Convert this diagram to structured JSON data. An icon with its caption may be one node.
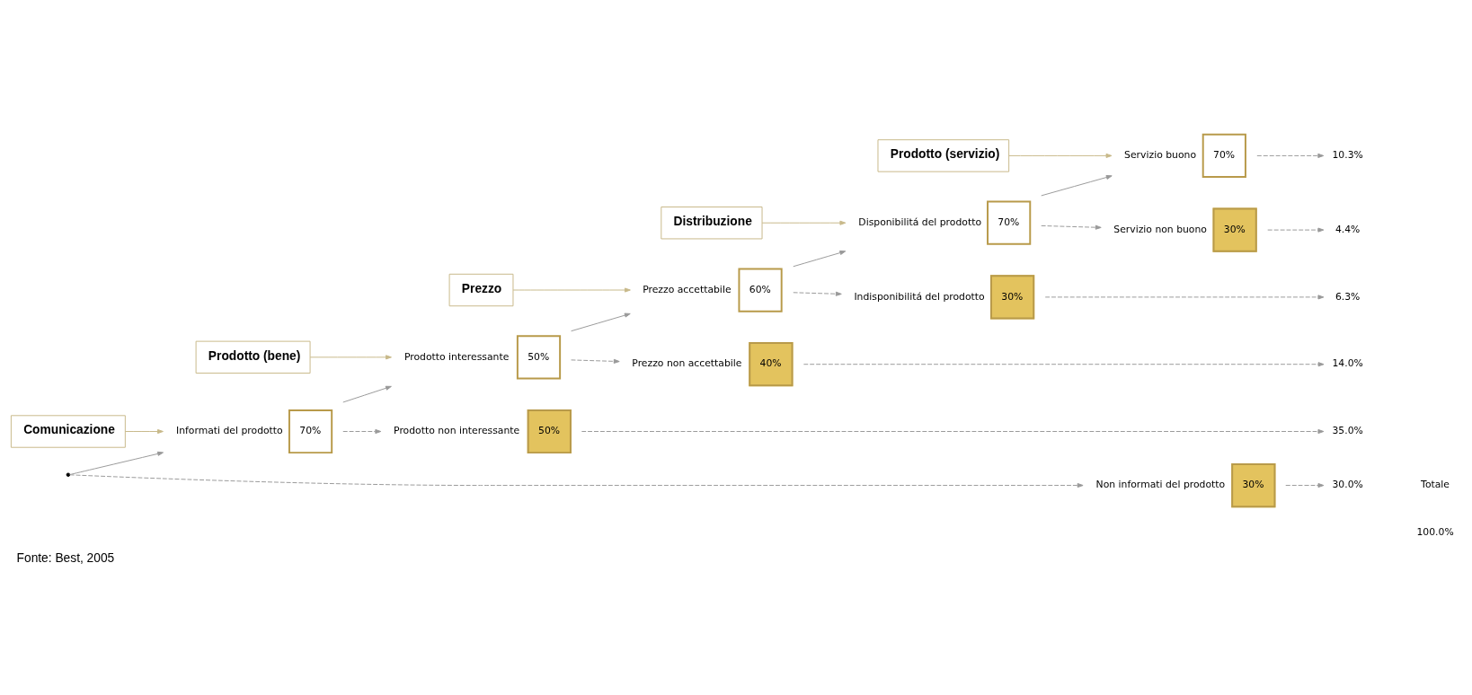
{
  "diagram": {
    "caption": "Fonte: Best, 2005",
    "nodes": [
      {
        "text": [
          "Comunicazione"
        ]
      },
      {
        "text": [
          "Prodotto (bene)"
        ]
      },
      {
        "text": [
          "Prezzo"
        ]
      },
      {
        "text": [
          "Distribuzione"
        ]
      },
      {
        "text": [
          "Prodotto (servizio)"
        ]
      },
      {
        "text": [],
        "shape": "point"
      },
      {
        "text": [
          "70%"
        ],
        "beside": [
          "Informati del prodotto"
        ]
      },
      {
        "text": [
          "30%"
        ],
        "beside": [
          "Non informati del prodotto"
        ]
      },
      {
        "text": [
          "50%"
        ],
        "beside": [
          "Prodotto interessante"
        ]
      },
      {
        "text": [
          "50%"
        ],
        "beside": [
          "Prodotto non interessante"
        ]
      },
      {
        "text": [
          "60%"
        ],
        "beside": [
          "Prezzo accettabile"
        ]
      },
      {
        "text": [
          "40%"
        ],
        "beside": [
          "Prezzo non accettabile"
        ]
      },
      {
        "text": [
          "70%"
        ],
        "beside": [
          "Disponibilitá del prodotto"
        ]
      },
      {
        "text": [
          "30%"
        ],
        "beside": [
          "Indisponibilitá del prodotto"
        ]
      },
      {
        "text": [
          "70%"
        ],
        "beside": [
          "Servizio buono"
        ]
      },
      {
        "text": [
          "30%"
        ],
        "beside": [
          "Servizio non buono"
        ]
      },
      {
        "text": [
          "10.3%"
        ]
      },
      {
        "text": [
          "4.4%"
        ]
      },
      {
        "text": [
          "6.3%"
        ]
      },
      {
        "text": [
          "14.0%"
        ]
      },
      {
        "text": [
          "35.0%"
        ]
      },
      {
        "text": [
          "30.0%"
        ]
      }
    ],
    "edges": [
      {
        "from": 0,
        "to": 6,
        "arrow": "to",
        "color": "#c8b98a"
      },
      {
        "from": 1,
        "to": 8,
        "arrow": "to",
        "color": "#c8b98a"
      },
      {
        "from": 2,
        "to": 10,
        "arrow": "to",
        "color": "#c8b98a"
      },
      {
        "from": 3,
        "to": 12,
        "arrow": "to",
        "color": "#c8b98a"
      },
      {
        "from": 4,
        "to": 14,
        "arrow": "to",
        "color": "#c8b98a"
      },
      {
        "from": 5,
        "to": 6,
        "arrow": "to"
      },
      {
        "from": 5,
        "to": 7,
        "arrow": "to",
        "style": "dashed"
      },
      {
        "from": 6,
        "to": 8,
        "arrow": "to"
      },
      {
        "from": 6,
        "to": 9,
        "arrow": "to",
        "style": "dashed"
      },
      {
        "from": 8,
        "to": 10,
        "arrow": "to"
      },
      {
        "from": 8,
        "to": 11,
        "arrow": "to",
        "style": "dashed"
      },
      {
        "from": 10,
        "to": 12,
        "arrow": "to"
      },
      {
        "from": 10,
        "to": 13,
        "arrow": "to",
        "style": "dashed"
      },
      {
        "from": 12,
        "to": 14,
        "arrow": "to"
      },
      {
        "from": 12,
        "to": 15,
        "arrow": "to",
        "style": "dashed"
      },
      {
        "from": 14,
        "to": 16,
        "arrow": "to",
        "style": "dashed"
      },
      {
        "from": 15,
        "to": 17,
        "arrow": "to",
        "style": "dashed"
      },
      {
        "from": 13,
        "to": 18,
        "arrow": "to",
        "style": "dashed"
      },
      {
        "from": 11,
        "to": 19,
        "arrow": "to",
        "style": "dashed"
      },
      {
        "from": 9,
        "to": 20,
        "arrow": "to",
        "style": "dashed"
      },
      {
        "from": 7,
        "to": 21,
        "arrow": "to",
        "style": "dashed"
      }
    ],
    "labels": [
      "Totale",
      "100.0%"
    ]
  }
}
